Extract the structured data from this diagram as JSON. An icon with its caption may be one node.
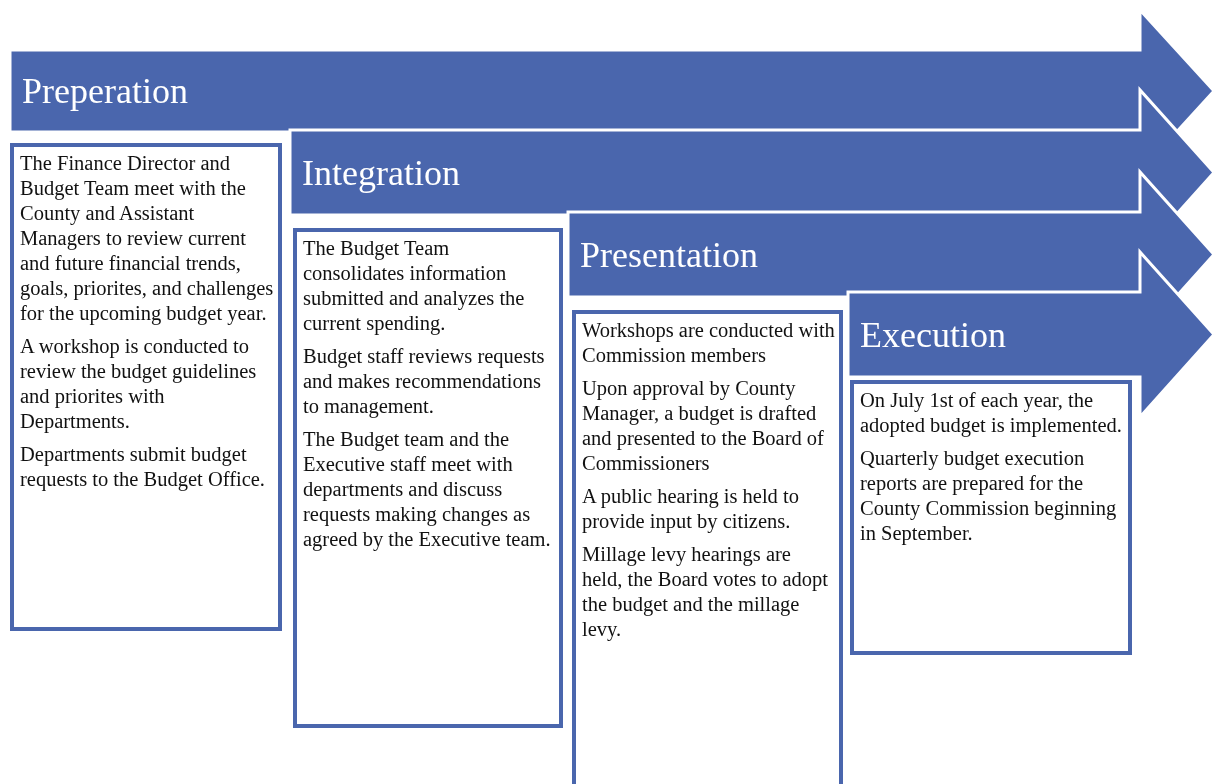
{
  "diagram": {
    "nodes": [
      {
        "text": [
          "Preperation"
        ]
      },
      {
        "text": [
          "Integration"
        ]
      },
      {
        "text": [
          "Presentation"
        ]
      },
      {
        "text": [
          "Execution"
        ]
      },
      {
        "text": [
          "The Finance Director and Budget Team meet with the County and Assistant Managers to review current and future financial trends, goals, priorites, and challenges for the upcoming budget year.",
          "A workshop is conducted to review the budget guidelines and priorites with Departments.",
          "Departments submit budget requests to the Budget Office."
        ]
      },
      {
        "text": [
          "The Budget Team consolidates information submitted and analyzes the current spending.",
          "Budget staff reviews requests and makes recommendations to management.",
          "The Budget team and the Executive staff meet with departments and discuss requests making changes as agreed by the Executive team."
        ]
      },
      {
        "text": [
          "Workshops are conducted with Commission members",
          "Upon approval by County Manager, a budget is drafted and presented to the Board of Commissioners",
          "A public hearing is held to provide input by citizens.",
          "Millage levy hearings are held, the Board votes to adopt the budget and the millage levy."
        ]
      },
      {
        "text": [
          "On July 1st of each year, the adopted budget is implemented.",
          "Quarterly budget execution reports are prepared for the County Commission beginning in September."
        ]
      }
    ]
  }
}
